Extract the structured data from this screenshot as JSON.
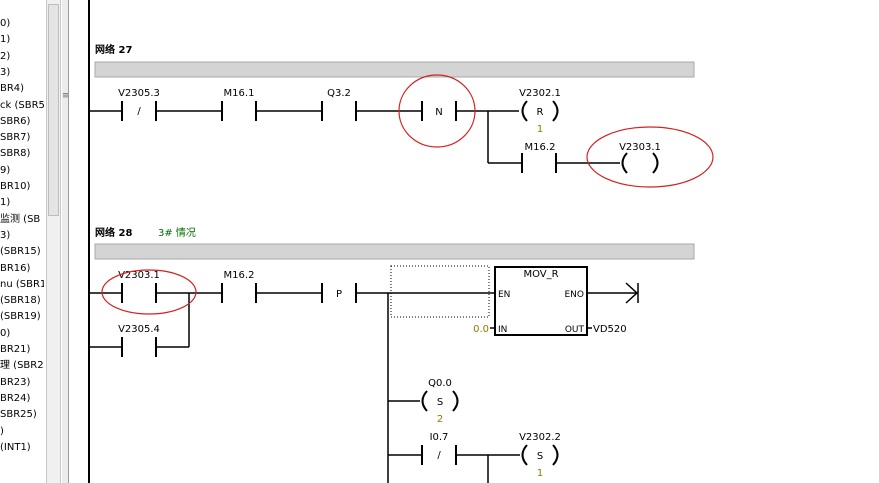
{
  "tree": {
    "items": [
      "0)",
      "1)",
      "2)",
      "3)",
      "BR4)",
      "ck (SBR5",
      "SBR6)",
      "SBR7)",
      "SBR8)",
      "9)",
      "BR10)",
      "1)",
      "监测 (SB",
      "3)",
      "(SBR15)",
      "BR16)",
      "nu (SBR1",
      "(SBR18)",
      "(SBR19)",
      "0)",
      "BR21)",
      "理 (SBR2",
      "BR23)",
      "BR24)",
      "SBR25)",
      ")",
      "(INT1)"
    ],
    "scroll_grip_label": "≡"
  },
  "network27": {
    "title": "网络 27",
    "comment": "",
    "contacts": [
      {
        "address": "V2305.3",
        "symbol": "/"
      },
      {
        "address": "M16.1",
        "symbol": ""
      },
      {
        "address": "Q3.2",
        "symbol": ""
      },
      {
        "address": "",
        "symbol": "N"
      }
    ],
    "reset_coil": {
      "address": "V2302.1",
      "symbol": "R",
      "count": "1"
    },
    "branch_contact": {
      "address": "M16.2"
    },
    "output_coil": {
      "address": "V2303.1"
    }
  },
  "network28": {
    "title": "网络 28",
    "comment": "3# 情况",
    "contacts": [
      {
        "address": "V2303.1"
      },
      {
        "address": "V2305.4"
      },
      {
        "address": "M16.2"
      },
      {
        "address": "",
        "symbol": "P"
      }
    ],
    "box": {
      "name": "MOV_R",
      "en": "EN",
      "eno": "ENO",
      "in_label": "IN",
      "in_value": "0.0",
      "out_label": "OUT",
      "out_value": "VD520"
    },
    "set_coil": {
      "address": "Q0.0",
      "symbol": "S",
      "count": "2"
    },
    "bottom_contact": {
      "address": "I0.7",
      "symbol": "/"
    },
    "bottom_coil": {
      "address": "V2302.2",
      "symbol": "S",
      "count": "1"
    }
  },
  "colors": {
    "annotation_circle": "#d42020",
    "comment_green": "#007000",
    "constant_olive": "#8a7a00",
    "title_bar": "#d4d4d4"
  }
}
